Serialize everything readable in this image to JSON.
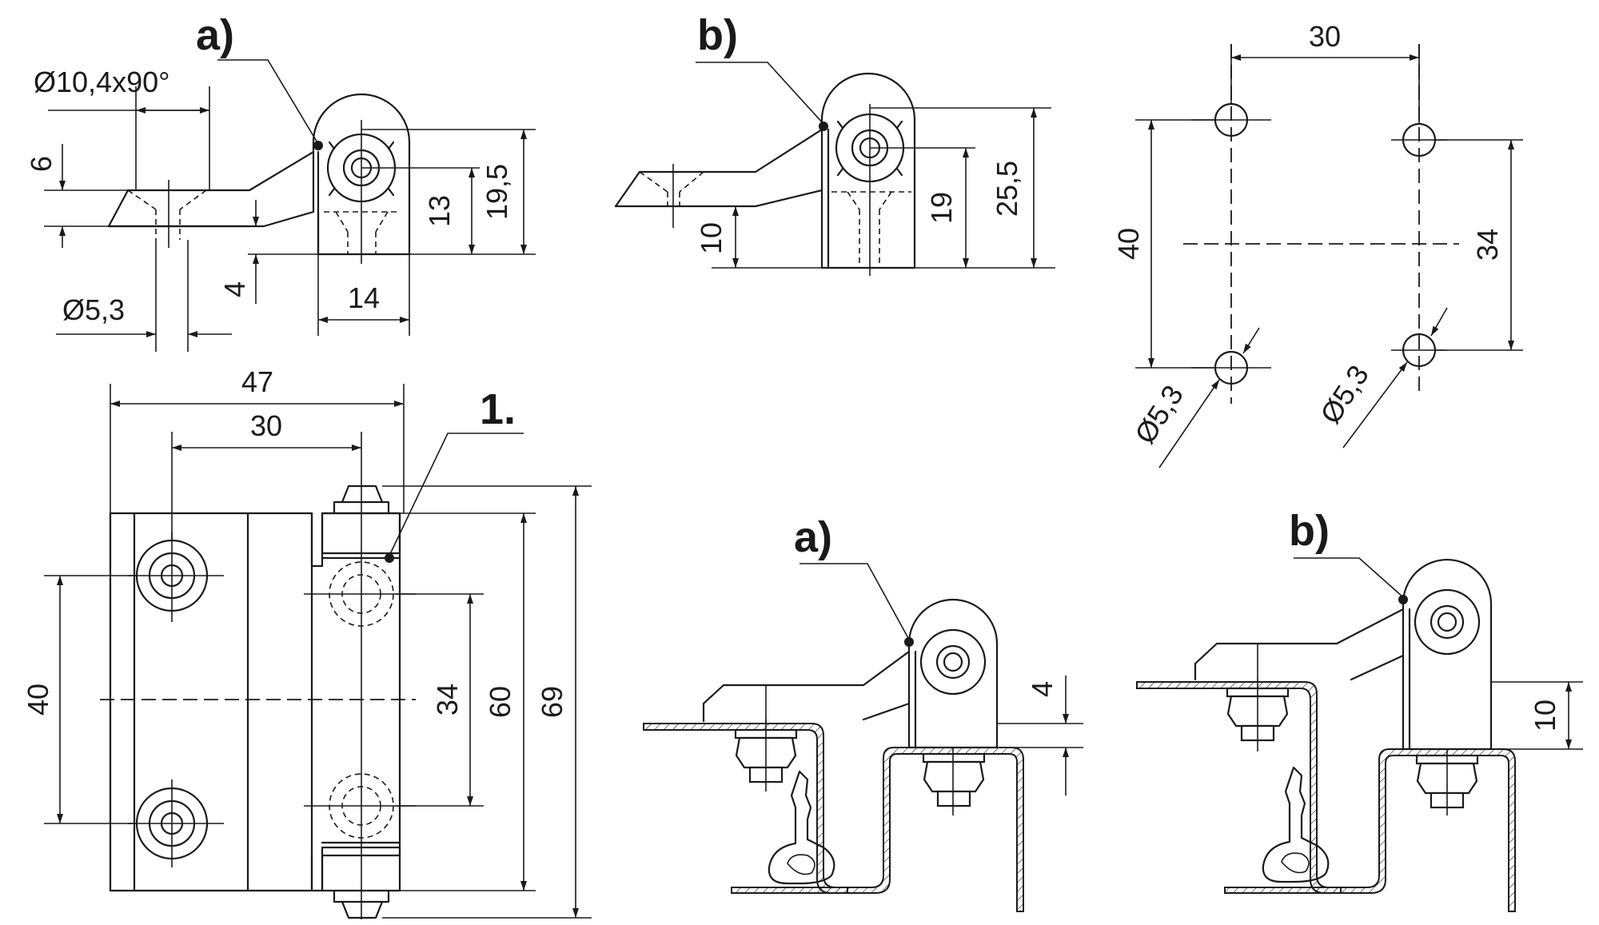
{
  "labels": {
    "view_a_top": "a)",
    "view_b_top": "b)",
    "part_1": "1.",
    "mount_a": "a)",
    "mount_b": "b)"
  },
  "dims_view_a": {
    "countersink": "Ø10,4x90°",
    "d6": "6",
    "d13": "13",
    "d19_5": "19,5",
    "d4": "4",
    "d14": "14",
    "hole": "Ø5,3"
  },
  "dims_view_b": {
    "d10": "10",
    "d19": "19",
    "d25_5": "25,5"
  },
  "dims_hole_pattern": {
    "d30": "30",
    "d40": "40",
    "d34": "34",
    "hole_left": "Ø5,3",
    "hole_right": "Ø5,3"
  },
  "dims_front": {
    "d47": "47",
    "d30": "30",
    "d40": "40",
    "d34": "34",
    "d60": "60",
    "d69": "69"
  },
  "dims_mount": {
    "d4": "4",
    "d10": "10"
  }
}
